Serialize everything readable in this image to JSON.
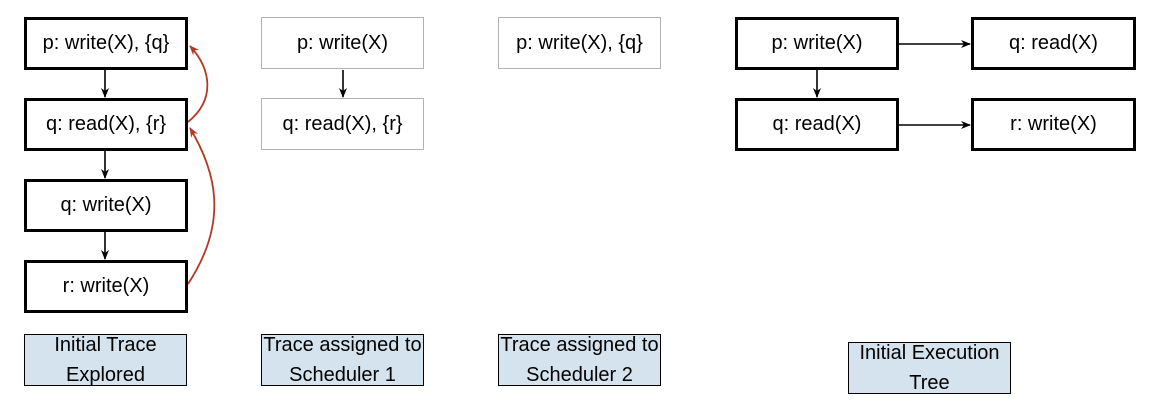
{
  "colors": {
    "edge": "#000000",
    "dependency_edge": "#b23a24",
    "caption_fill": "#d5e3ee",
    "light_border": "#b3b3b3"
  },
  "initial_trace": {
    "nodes": [
      "p: write(X), {q}",
      "q: read(X), {r}",
      "q: write(X)",
      "r: write(X)"
    ],
    "caption": [
      "Initial Trace",
      "Explored"
    ]
  },
  "scheduler1": {
    "nodes": [
      "p: write(X)",
      "q: read(X), {r}"
    ],
    "caption": [
      "Trace assigned to",
      "Scheduler 1"
    ]
  },
  "scheduler2": {
    "nodes": [
      "p: write(X), {q}"
    ],
    "caption": [
      "Trace assigned to",
      "Scheduler 2"
    ]
  },
  "execution_tree": {
    "nodes": [
      "p: write(X)",
      "q: read(X)",
      "q: read(X)",
      "r: write(X)"
    ],
    "caption": [
      "Initial Execution",
      "Tree"
    ]
  }
}
